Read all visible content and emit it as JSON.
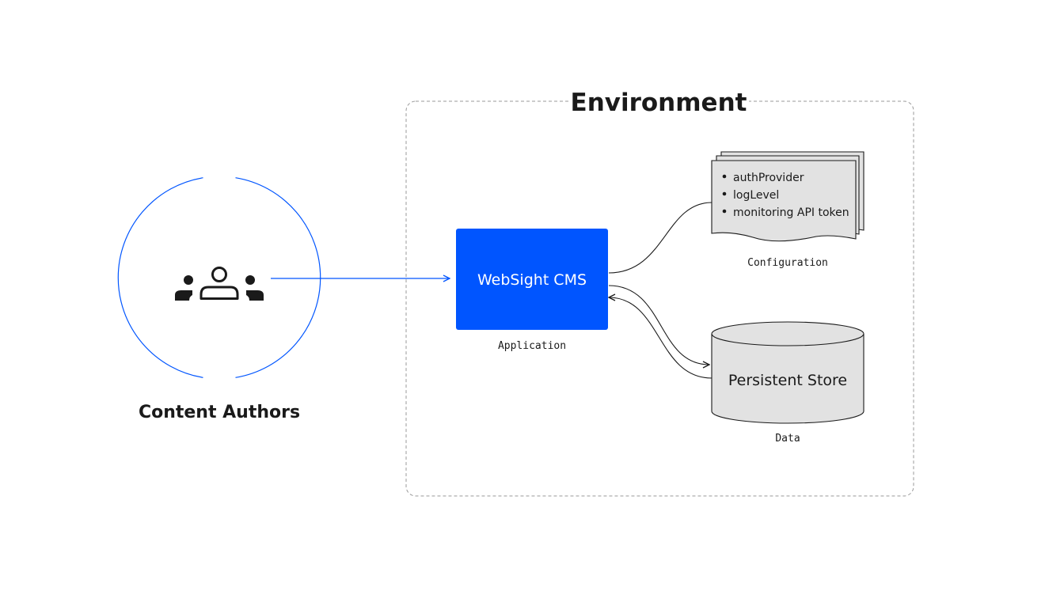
{
  "environment": {
    "title": "Environment"
  },
  "authors": {
    "label": "Content Authors",
    "icon": "users-group-icon"
  },
  "application": {
    "name": "WebSight CMS",
    "caption": "Application",
    "color": "#0055ff"
  },
  "configuration": {
    "items": [
      "authProvider",
      "logLevel",
      "monitoring API token"
    ],
    "caption": "Configuration"
  },
  "store": {
    "name": "Persistent Store",
    "caption": "Data"
  },
  "colors": {
    "accent": "#0055ff",
    "shape_fill": "#e2e2e2",
    "stroke": "#1a1a1a",
    "dashed_border": "#9a9a9a"
  }
}
